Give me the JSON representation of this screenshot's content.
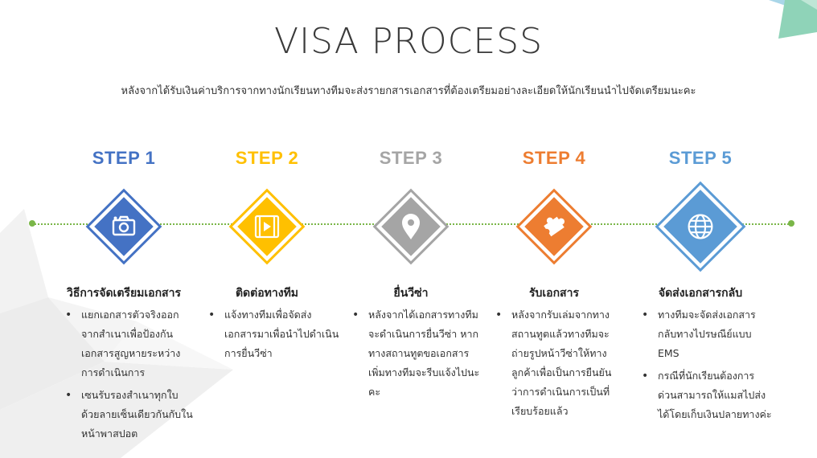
{
  "title": "VISA PROCESS",
  "subtitle": "หลังจากได้รับเงินค่าบริการจากทางนักเรียนทางทีมจะส่งรายกสารเอกสารที่ต้องเตรียมอย่างละเอียดให้นักเรียนนำไปจัดเตรียมนะคะ",
  "colors": {
    "timeline": "#7ab648",
    "step1": "#4472c4",
    "step2": "#ffc000",
    "step3": "#a5a5a5",
    "step4": "#ed7d31",
    "step5": "#5b9bd5"
  },
  "steps": [
    {
      "label": "STEP 1",
      "icon": "camera-icon",
      "title": "วิธีการจัดเตรียมเอกสาร",
      "bullets": [
        "แยกเอกสารตัวจริงออกจากสำเนาเพื่อป้องกันเอกสารสูญหายระหว่างการดำเนินการ",
        "เซนรับรองสำเนาทุกใบด้วยลายเซ็นเดียวกันกับในหน้าพาสปอต"
      ]
    },
    {
      "label": "STEP 2",
      "icon": "video-icon",
      "title": "ติดต่อทางทีม",
      "bullets": [
        "แจ้งทางทีมเพื่อจัดส่งเอกสารมาเพื่อนำไปดำเนินการยื่นวีซ่า"
      ]
    },
    {
      "label": "STEP 3",
      "icon": "map-pin-icon",
      "title": "ยื่นวีซ่า",
      "bullets": [
        "หลังจากได้เอกสารทางทีมจะดำเนินการยื่นวีซ่า หากทางสถานทูตขอเอกสารเพิ่มทางทีมจะรีบแจ้งไปนะคะ"
      ]
    },
    {
      "label": "STEP 4",
      "icon": "puzzle-icon",
      "title": "รับเอกสาร",
      "bullets": [
        "หลังจากรับเล่มจากทางสถานทูตแล้วทางทีมจะถ่ายรูปหน้าวีซ่าให้ทางลูกค้าเพื่อเป็นการยืนยันว่าการดำเนินการเป็นที่เรียบร้อยแล้ว"
      ]
    },
    {
      "label": "STEP 5",
      "icon": "globe-icon",
      "title": "จัดส่งเอกสารกลับ",
      "bullets": [
        "ทางทีมจะจัดส่งเอกสารกลับทางไปรษณีย์แบบ EMS",
        "กรณีที่นักเรียนต้องการด่วนสามารถให้แมสไปส่งได้โดยเก็บเงินปลายทางค่ะ"
      ]
    }
  ]
}
